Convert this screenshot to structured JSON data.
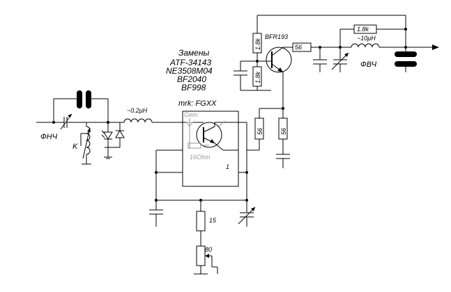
{
  "labels": {
    "fnch": "ФНЧ",
    "k": "K",
    "inductor_in": "~0.2μH",
    "zameny": "Замены",
    "substitutes": [
      "ATF-34143",
      "NE3508M04",
      "BF2040",
      "BF998"
    ],
    "marking": "mrk: FGXX",
    "gem": "Gem",
    "ohm16": "16Ohm",
    "pin1": "1",
    "r15": "15",
    "r80": "80",
    "transistor": "BFR193",
    "r56": "56",
    "r1k8": "1.8k",
    "inductor_out": "~10μH",
    "fvch": "ФВЧ"
  }
}
